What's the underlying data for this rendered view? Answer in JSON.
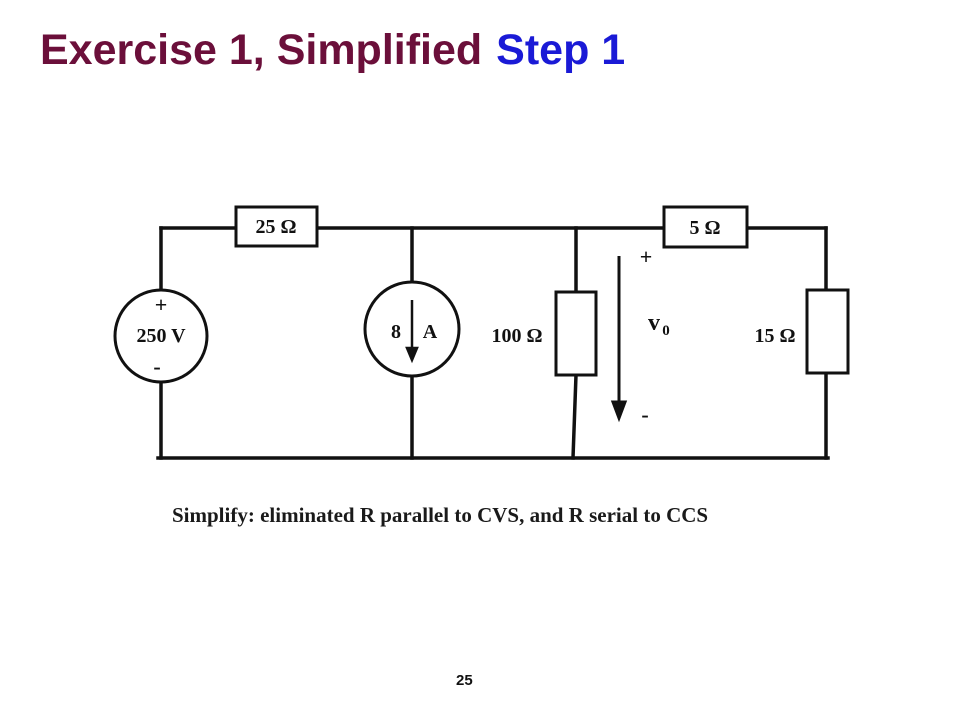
{
  "title": {
    "main": "Exercise 1, Simplified",
    "step": "Step 1",
    "main_color": "#6b0f3a",
    "step_color": "#1a1ad6"
  },
  "circuit": {
    "r_top_left": "25 Ω",
    "r_top_right": "5 Ω",
    "r_mid": "100 Ω",
    "r_right": "15 Ω",
    "voltage_source_plus": "+",
    "voltage_source_value": "250 V",
    "voltage_source_minus": "-",
    "current_source_value_num": "8",
    "current_source_value_unit": "A",
    "vo_plus": "+",
    "vo_label": "v",
    "vo_subscript": "0",
    "vo_minus": "-"
  },
  "caption": "Simplify: eliminated R parallel to CVS, and R serial to CCS",
  "page_number": "25"
}
